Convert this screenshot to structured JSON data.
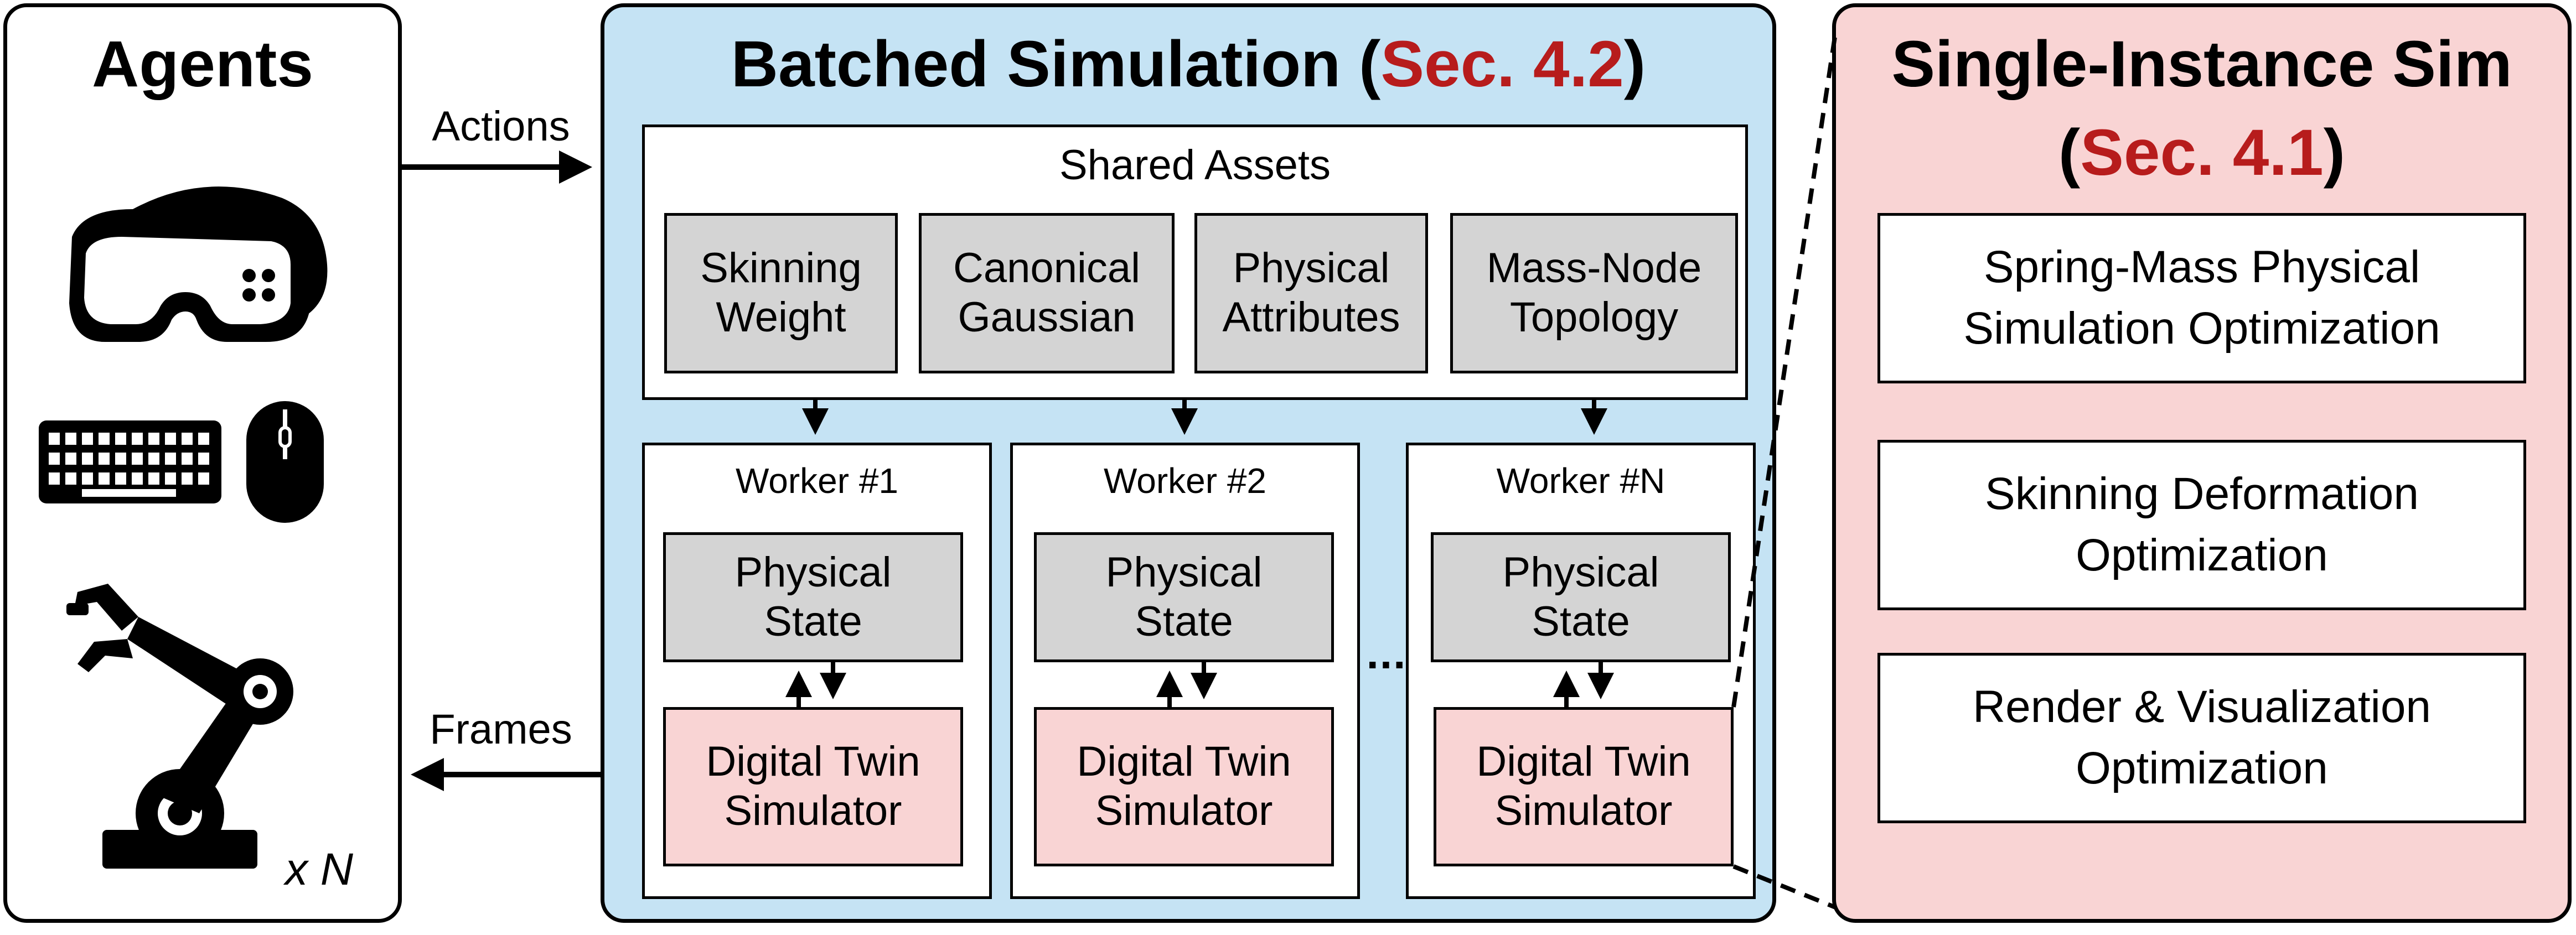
{
  "agents": {
    "title": "Agents",
    "count_label": "x N",
    "icons": [
      "vr-headset-icon",
      "keyboard-icon",
      "mouse-icon",
      "robot-arm-icon"
    ]
  },
  "flows": {
    "actions": "Actions",
    "frames": "Frames"
  },
  "batched": {
    "title": "Batched Simulation (",
    "ref": "Sec. 4.2",
    "close": ")",
    "shared_assets": {
      "title": "Shared Assets",
      "items": [
        "Skinning\nWeight",
        "Canonical\nGaussian",
        "Physical\nAttributes",
        "Mass-Node\nTopology"
      ]
    },
    "workers": [
      {
        "label": "Worker #1",
        "state": "Physical\nState",
        "sim": "Digital Twin\nSimulator"
      },
      {
        "label": "Worker #2",
        "state": "Physical\nState",
        "sim": "Digital Twin\nSimulator"
      },
      {
        "label": "Worker #N",
        "state": "Physical\nState",
        "sim": "Digital Twin\nSimulator"
      }
    ],
    "ellipsis": "..."
  },
  "single": {
    "title": "Single-Instance Sim",
    "ref_open": "(",
    "ref": "Sec. 4.1",
    "ref_close": ")",
    "items": [
      "Spring-Mass Physical\nSimulation Optimization",
      "Skinning Deformation\nOptimization",
      "Render & Visualization\nOptimization"
    ]
  },
  "colors": {
    "batched_bg": "#c5e3f4",
    "single_bg": "#f9d4d4",
    "asset_gray": "#d4d4d4",
    "sim_pink": "#f9d4d4",
    "ref_red": "#b71c1c"
  }
}
